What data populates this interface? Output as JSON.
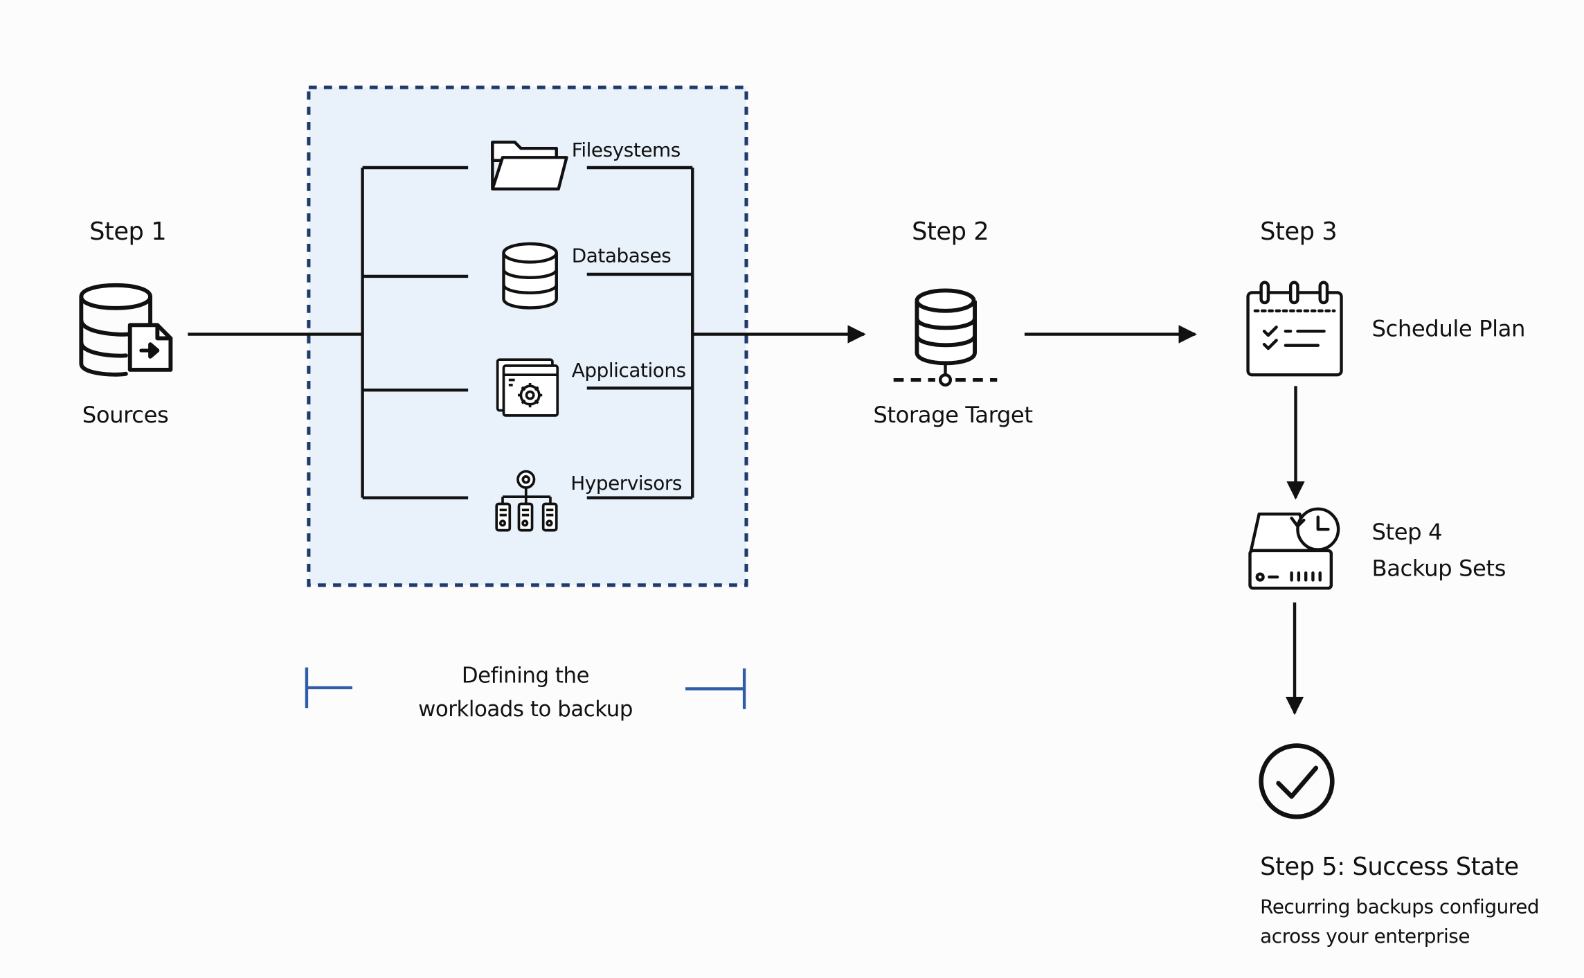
{
  "steps": {
    "step1": {
      "heading": "Step 1",
      "label": "Sources"
    },
    "step2": {
      "heading": "Step 2",
      "label": "Storage Target"
    },
    "step3": {
      "heading": "Step 3",
      "label": "Schedule Plan"
    },
    "step4": {
      "heading": "Step 4",
      "label": "Backup Sets"
    },
    "step5": {
      "heading": "Step 5: Success State",
      "line1": "Recurring backups configured",
      "line2": "across your enterprise"
    }
  },
  "workloads": {
    "items": [
      {
        "label": "Filesystems",
        "icon": "folder-icon"
      },
      {
        "label": "Databases",
        "icon": "database-icon"
      },
      {
        "label": "Applications",
        "icon": "application-window-gear-icon"
      },
      {
        "label": "Hypervisors",
        "icon": "hypervisor-servers-icon"
      }
    ],
    "caption_line1": "Defining the",
    "caption_line2": "workloads to backup"
  },
  "colors": {
    "background": "#fdfcfd",
    "workload_box_fill": "#e9f1fb",
    "workload_box_border": "#1f3a6b",
    "bracket": "#2f5da8",
    "ink": "#111111"
  }
}
